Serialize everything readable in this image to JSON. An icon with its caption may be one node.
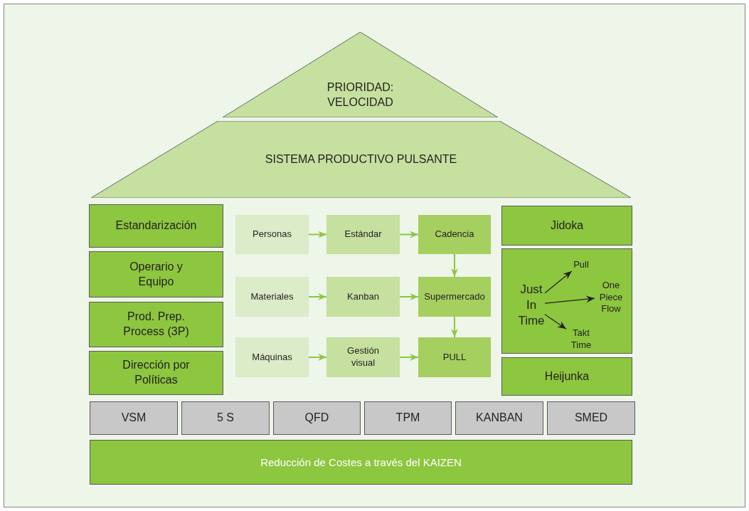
{
  "diagram": {
    "nodes": [
      {
        "text": [
          "PRIORIDAD: VELOCIDAD"
        ]
      },
      {
        "text": [
          "SISTEMA PRODUCTIVO PULSANTE"
        ]
      },
      {
        "text": [
          "Estandarización"
        ]
      },
      {
        "text": [
          "Operario y Equipo"
        ]
      },
      {
        "text": [
          "Prod. Prep. Process (3P)"
        ]
      },
      {
        "text": [
          "Dirección por Políticas"
        ]
      },
      {
        "text": [
          "Personas"
        ]
      },
      {
        "text": [
          "Estándar"
        ]
      },
      {
        "text": [
          "Cadencia"
        ]
      },
      {
        "text": [
          "Materiales"
        ]
      },
      {
        "text": [
          "Kanban"
        ]
      },
      {
        "text": [
          "Supermercado"
        ]
      },
      {
        "text": [
          "Máquinas"
        ]
      },
      {
        "text": [
          "Gestión visual"
        ]
      },
      {
        "text": [
          "PULL"
        ]
      },
      {
        "text": [
          "Jidoka"
        ]
      },
      {
        "text": [],
        "shape": "box"
      },
      {
        "text": [
          "Just In Time"
        ],
        "in": 16
      },
      {
        "text": [
          "Pull"
        ],
        "in": 16
      },
      {
        "text": [
          "One Piece Flow"
        ],
        "in": 16
      },
      {
        "text": [
          "Takt Time"
        ],
        "in": 16
      },
      {
        "text": [
          "Heijunka"
        ]
      },
      {
        "text": [
          "VSM"
        ]
      },
      {
        "text": [
          "5 S"
        ]
      },
      {
        "text": [
          "QFD"
        ]
      },
      {
        "text": [
          "TPM"
        ]
      },
      {
        "text": [
          "KANBAN"
        ]
      },
      {
        "text": [
          "SMED"
        ]
      },
      {
        "text": [
          "Reducción de Costes a través del KAIZEN"
        ]
      }
    ],
    "edges": [
      {
        "from": 6,
        "to": 7,
        "arrow": "to"
      },
      {
        "from": 7,
        "to": 8,
        "arrow": "to"
      },
      {
        "from": 9,
        "to": 10,
        "arrow": "to"
      },
      {
        "from": 10,
        "to": 11,
        "arrow": "to"
      },
      {
        "from": 12,
        "to": 13,
        "arrow": "to"
      },
      {
        "from": 13,
        "to": 14,
        "arrow": "to"
      },
      {
        "from": 8,
        "to": 11,
        "arrow": "to"
      },
      {
        "from": 11,
        "to": 14,
        "arrow": "to"
      },
      {
        "from": 17,
        "to": 18,
        "arrow": "to",
        "color": "#231f20"
      },
      {
        "from": 17,
        "to": 19,
        "arrow": "to",
        "color": "#231f20"
      },
      {
        "from": 17,
        "to": 20,
        "arrow": "to",
        "color": "#231f20"
      }
    ]
  }
}
